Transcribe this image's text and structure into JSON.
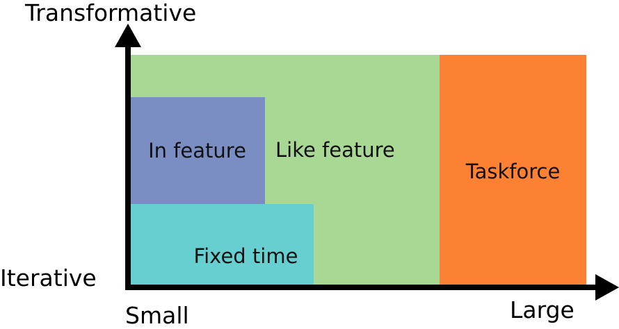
{
  "axes": {
    "y_top_label": "Transformative",
    "y_bottom_label": "Iterative",
    "x_left_label": "Small",
    "x_right_label": "Large"
  },
  "regions": {
    "like_feature": {
      "label": "Like feature",
      "color": "#a8d894"
    },
    "in_feature": {
      "label": "In feature",
      "color": "#7b8ec4"
    },
    "fixed_time": {
      "label": "Fixed time",
      "color": "#67cfd0"
    },
    "taskforce": {
      "label": "Taskforce",
      "color": "#fd8132"
    }
  },
  "colors": {
    "axis": "#000000"
  }
}
